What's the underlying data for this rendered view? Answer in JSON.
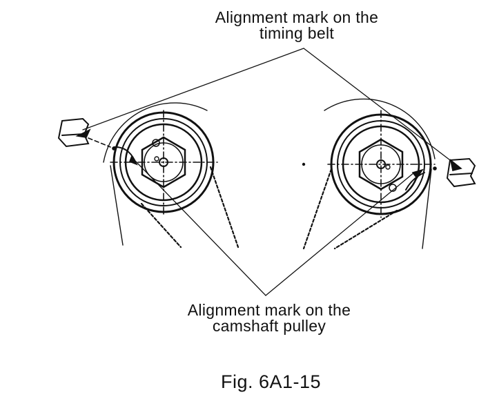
{
  "labels": {
    "timing_belt_line1": "Alignment mark on the",
    "timing_belt_line2": "timing belt",
    "camshaft_pulley_line1": "Alignment mark on the",
    "camshaft_pulley_line2": "camshaft pulley"
  },
  "figure": {
    "caption": "Fig. 6A1-15"
  },
  "colors": {
    "ink": "#111111",
    "paper": "#ffffff"
  }
}
